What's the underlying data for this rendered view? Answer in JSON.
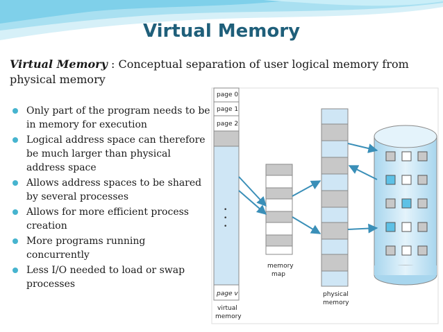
{
  "slide": {
    "title": "Virtual Memory",
    "definition": {
      "term": "Virtual Memory",
      "separator": " : ",
      "text": "Conceptual separation of user logical memory from physical memory"
    },
    "bullets": [
      "Only part of the program needs to be in memory for execution",
      "Logical address space can therefore be much larger than physical address space",
      "Allows address spaces to be shared by several processes",
      "Allows for more efficient process creation",
      "More programs running concurrently",
      "Less I/O needed to load or swap processes"
    ]
  },
  "diagram": {
    "virtual_pages": [
      "page 0",
      "page 1",
      "page 2",
      "page v"
    ],
    "virtual_label": [
      "virtual",
      "memory"
    ],
    "map_label": [
      "memory",
      "map"
    ],
    "physical_label": [
      "physical",
      "memory"
    ],
    "ellipsis": "•"
  },
  "colors": {
    "title": "#1f5f7a",
    "bullet": "#46b4cf",
    "memory_fill": "#cfe6f5",
    "frame_gray": "#c8c8c8",
    "arrow": "#3a8fb8",
    "disk_square": "#5ec1e6"
  }
}
